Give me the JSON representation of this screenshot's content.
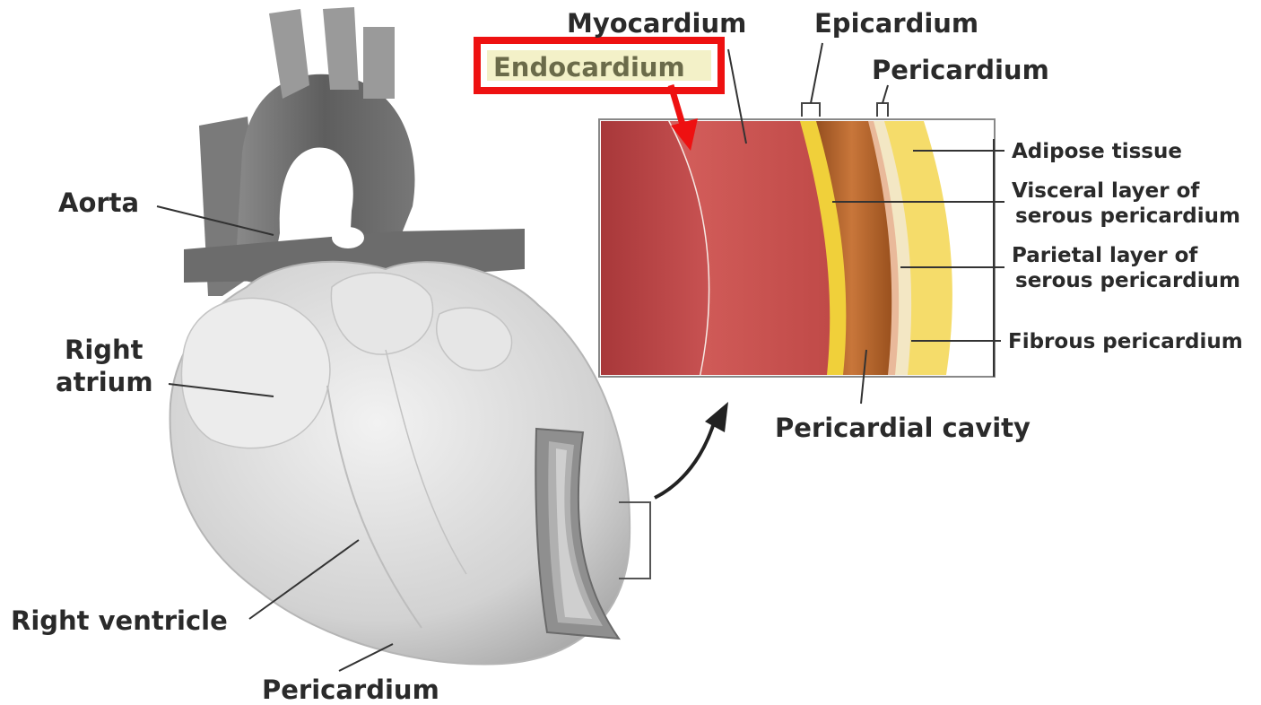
{
  "labels": {
    "aorta": "Aorta",
    "right_atrium_1": "Right",
    "right_atrium_2": "atrium",
    "right_ventricle": "Right ventricle",
    "pericardium_bottom": "Pericardium",
    "myocardium": "Myocardium",
    "epicardium": "Epicardium",
    "pericardium_top": "Pericardium",
    "endocardium": "Endocardium",
    "adipose": "Adipose tissue",
    "visceral_1": "Visceral layer of",
    "visceral_2": "serous pericardium",
    "parietal_1": "Parietal layer of",
    "parietal_2": "serous pericardium",
    "fibrous": "Fibrous pericardium",
    "pericardial_cavity": "Pericardial cavity"
  },
  "colors": {
    "highlight_box": "#ee1111",
    "highlight_fill": "#f3f1c8",
    "myocardium": "#c9514f",
    "epicardium": "#f0d03a",
    "fibrous": "#b8642a",
    "adipose": "#f7e27a",
    "heart_gray": "#d6d6d6"
  }
}
